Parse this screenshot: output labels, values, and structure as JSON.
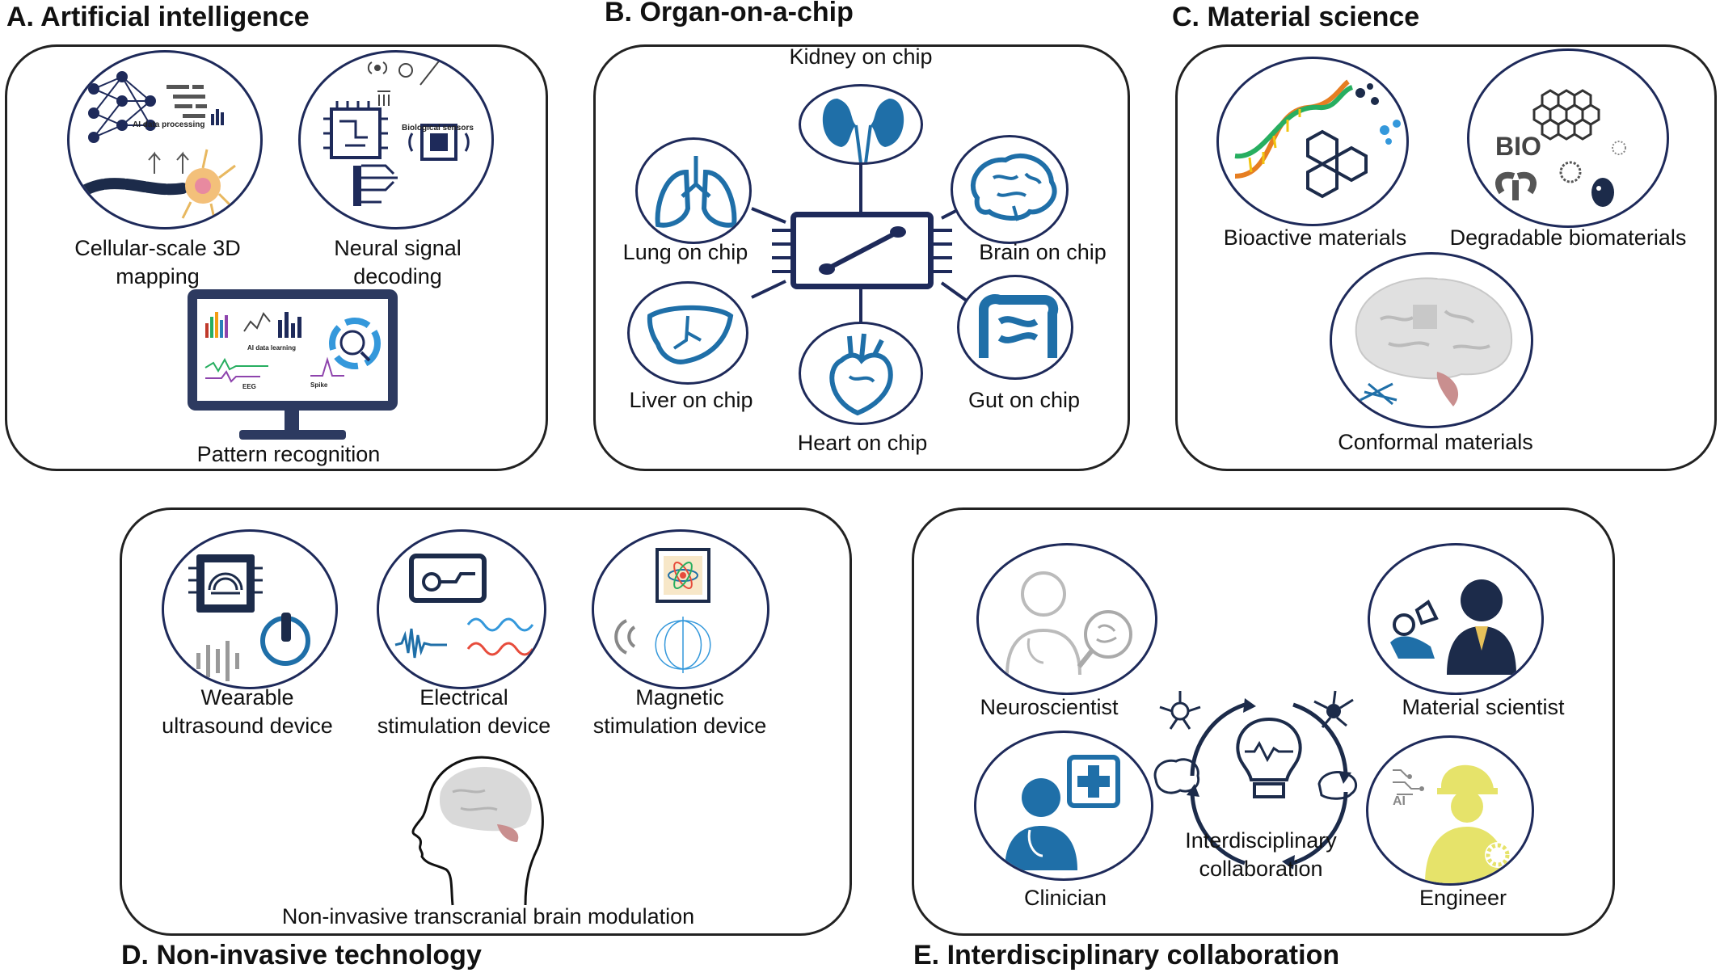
{
  "sections": {
    "a": {
      "title": "A. Artificial intelligence",
      "ai_processing": "AI data processing",
      "bio_sensors": "Biological sensors",
      "mapping": "Cellular-scale 3D\nmapping",
      "decoding": "Neural signal\ndecoding",
      "ai_learning": "AI data learning",
      "eeg": "EEG",
      "spike": "Spike",
      "pattern": "Pattern recognition"
    },
    "b": {
      "title": "B. Organ-on-a-chip",
      "kidney": "Kidney on chip",
      "lung": "Lung on chip",
      "brain": "Brain on chip",
      "liver": "Liver on chip",
      "gut": "Gut on chip",
      "heart": "Heart on chip"
    },
    "c": {
      "title": "C. Material science",
      "bioactive": "Bioactive materials",
      "degradable": "Degradable biomaterials",
      "bio_logo": "BIO",
      "conformal": "Conformal materials"
    },
    "d": {
      "title": "D. Non-invasive technology",
      "wearable": "Wearable\nultrasound device",
      "electrical": "Electrical\nstimulation device",
      "magnetic": "Magnetic\nstimulation device",
      "transcranial": "Non-invasive transcranial brain modulation"
    },
    "e": {
      "title": "E. Interdisciplinary collaboration",
      "neuroscientist": "Neuroscientist",
      "material_scientist": "Material scientist",
      "clinician": "Clinician",
      "engineer": "Engineer",
      "ai_text": "AI",
      "center": "Interdisciplinary\ncollaboration"
    }
  },
  "colors": {
    "navy": "#1e2a5a",
    "blue": "#1f6fa8",
    "brain_gray": "#d9d9d9",
    "cerebellum": "#c98f8f",
    "yellow": "#e6e36a",
    "dark_icon": "#1c2b4a"
  }
}
